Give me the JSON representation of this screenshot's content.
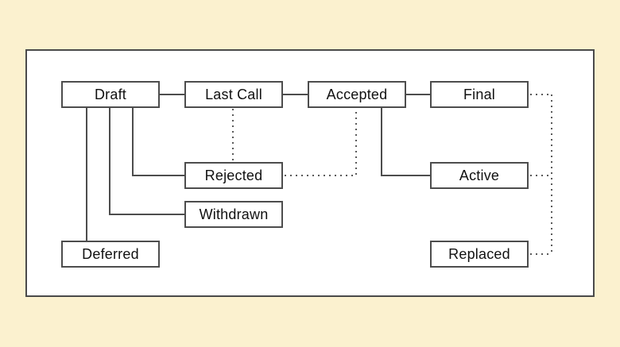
{
  "diagram": {
    "title": "document-status-state-diagram",
    "colors": {
      "background": "#FBF1CF",
      "panel": "#FFFFFF",
      "panel_border": "#4A4A4A",
      "box_border": "#4D4D4D",
      "line": "#4D4D4D",
      "text": "#111111"
    },
    "nodes": {
      "draft": {
        "label": "Draft"
      },
      "last_call": {
        "label": "Last Call"
      },
      "accepted": {
        "label": "Accepted"
      },
      "final": {
        "label": "Final"
      },
      "rejected": {
        "label": "Rejected"
      },
      "active": {
        "label": "Active"
      },
      "withdrawn": {
        "label": "Withdrawn"
      },
      "deferred": {
        "label": "Deferred"
      },
      "replaced": {
        "label": "Replaced"
      }
    },
    "edges": [
      {
        "from": "Draft",
        "to": "Last Call",
        "style": "solid"
      },
      {
        "from": "Last Call",
        "to": "Accepted",
        "style": "solid"
      },
      {
        "from": "Accepted",
        "to": "Final",
        "style": "solid"
      },
      {
        "from": "Draft",
        "to": "Rejected",
        "style": "solid"
      },
      {
        "from": "Draft",
        "to": "Withdrawn",
        "style": "solid"
      },
      {
        "from": "Draft",
        "to": "Deferred",
        "style": "solid"
      },
      {
        "from": "Accepted",
        "to": "Active",
        "style": "solid"
      },
      {
        "from": "Last Call",
        "to": "Rejected",
        "style": "dotted"
      },
      {
        "from": "Rejected",
        "to": "Accepted",
        "style": "dotted"
      },
      {
        "from": "Final",
        "to": "Replaced",
        "style": "dotted"
      },
      {
        "from": "Active",
        "to": "Replaced",
        "style": "dotted"
      }
    ]
  }
}
